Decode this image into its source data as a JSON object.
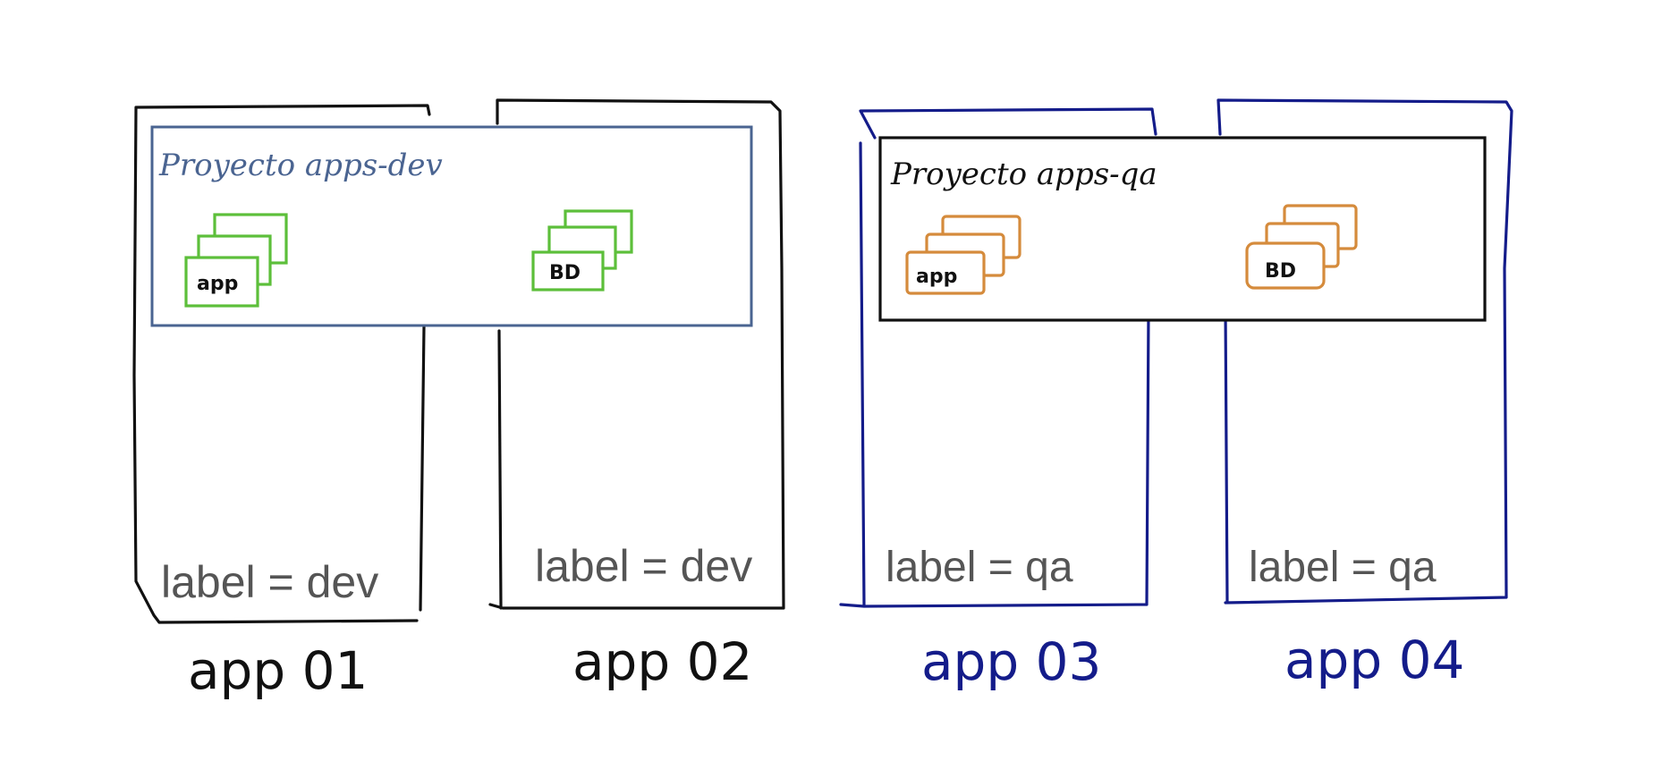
{
  "colors": {
    "black": "#111111",
    "dev_project": "#4a6491",
    "qa_navy": "#141c8a",
    "green": "#5cbf3a",
    "orange": "#d58b3c",
    "label_gray": "#555555"
  },
  "nodes": [
    {
      "name": "app 01",
      "label": "label = dev",
      "color": "black"
    },
    {
      "name": "app 02",
      "label": "label = dev",
      "color": "black"
    },
    {
      "name": "app 03",
      "label": "label = qa",
      "color": "qa_navy"
    },
    {
      "name": "app 04",
      "label": "label = qa",
      "color": "qa_navy"
    }
  ],
  "projects": [
    {
      "title": "Proyecto apps-dev",
      "color": "dev_project",
      "groups": [
        {
          "text": "app",
          "color": "green"
        },
        {
          "text": "BD",
          "color": "green"
        }
      ]
    },
    {
      "title": "Proyecto apps-qa",
      "color": "black",
      "groups": [
        {
          "text": "app",
          "color": "orange"
        },
        {
          "text": "BD",
          "color": "orange"
        }
      ]
    }
  ]
}
